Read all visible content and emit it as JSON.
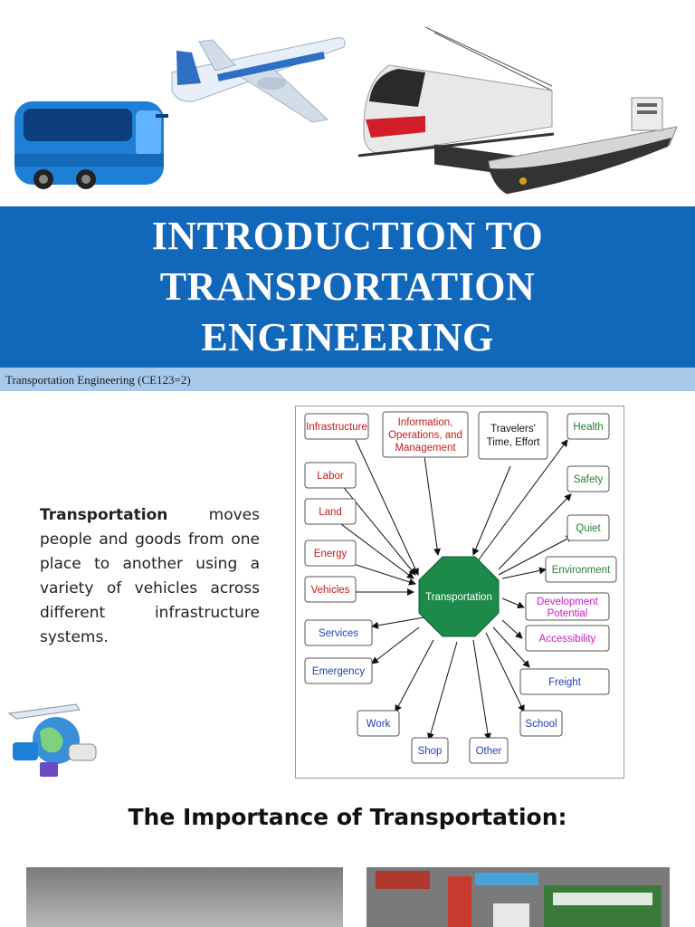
{
  "header": {
    "title_lines": [
      "INTRODUCTION TO",
      "TRANSPORTATION",
      "ENGINEERING"
    ],
    "course": "Transportation Engineering (CE123=2)"
  },
  "intro": {
    "bold": "Transportation",
    "rest": " moves people and goods from one place to another using a variety of vehicles across different infrastructure systems."
  },
  "diagram": {
    "center": "Transportation",
    "nodes": {
      "infrastructure": "Infrastructure",
      "info1": "Information,",
      "info2": "Operations, and",
      "info3": "Management",
      "travel1": "Travelers'",
      "travel2": "Time, Effort",
      "health": "Health",
      "labor": "Labor",
      "safety": "Safety",
      "land": "Land",
      "quiet": "Quiet",
      "energy": "Energy",
      "environment": "Environment",
      "vehicles": "Vehicles",
      "dev1": "Development",
      "dev2": "Potential",
      "services": "Services",
      "accessibility": "Accessibility",
      "emergency": "Emergency",
      "freight": "Freight",
      "work": "Work",
      "school": "School",
      "shop": "Shop",
      "other": "Other"
    }
  },
  "section": {
    "importance_title": "The Importance of Transportation:"
  },
  "colors": {
    "title_band": "#1167b9",
    "subbar": "#a9c9ea",
    "node_red": "#c81a1a",
    "node_green": "#2e7d32",
    "node_blue": "#1f3fb5",
    "node_magenta": "#c21fc2",
    "octagon": "#1e8a4a"
  }
}
